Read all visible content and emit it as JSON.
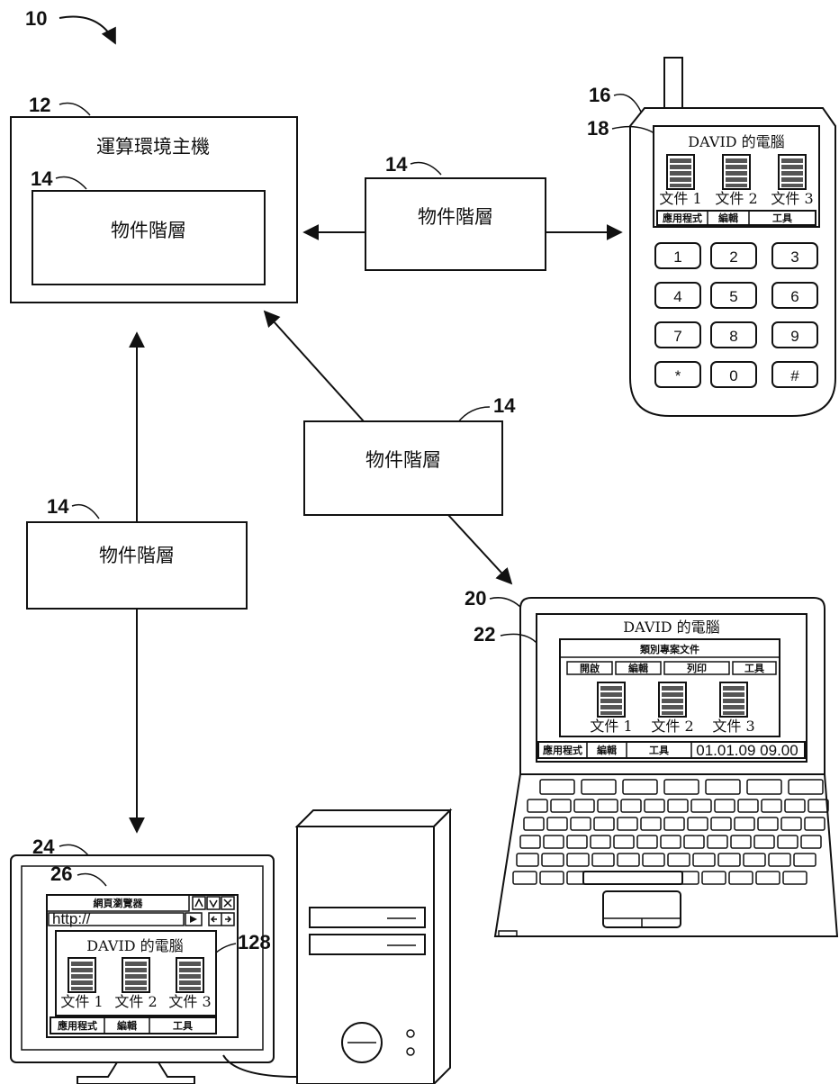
{
  "refs": {
    "figure": "10",
    "host": "12",
    "layer": "14",
    "phone": "16",
    "phone_screen": "18",
    "laptop": "20",
    "laptop_screen": "22",
    "desktop": "24",
    "browser": "26",
    "browser_content": "128"
  },
  "host": {
    "title": "運算環境主機",
    "inner_label": "物件階層"
  },
  "layer_label": "物件階層",
  "phone": {
    "screen_title": "DAVID 的電腦",
    "files": [
      "文件 1",
      "文件 2",
      "文件 3"
    ],
    "menu": [
      "應用程式",
      "編輯",
      "工具"
    ],
    "keys": [
      "1",
      "2",
      "3",
      "4",
      "5",
      "6",
      "7",
      "8",
      "9",
      "*",
      "0",
      "#"
    ]
  },
  "laptop": {
    "screen_title": "DAVID 的電腦",
    "window_title": "類別專案文件",
    "window_tabs": [
      "開啟",
      "編輯",
      "列印",
      "工具"
    ],
    "files": [
      "文件 1",
      "文件 2",
      "文件 3"
    ],
    "taskbar": [
      "應用程式",
      "編輯",
      "工具"
    ],
    "clock": "01.01.09  09.00"
  },
  "desktop": {
    "browser_title": "網頁瀏覽器",
    "address": "http://",
    "screen_title": "DAVID 的電腦",
    "files": [
      "文件 1",
      "文件 2",
      "文件 3"
    ],
    "menu": [
      "應用程式",
      "編輯",
      "工具"
    ]
  }
}
